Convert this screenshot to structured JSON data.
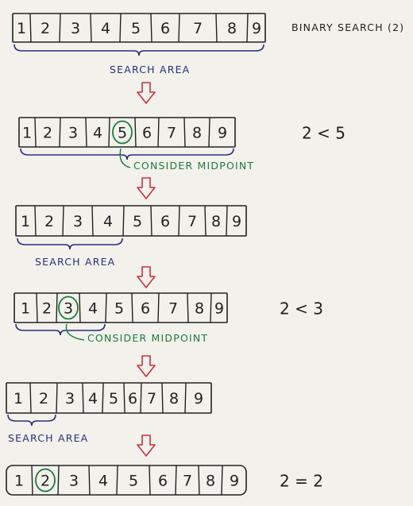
{
  "title": "BINARY SEARCH (2)",
  "colors": {
    "ink": "#222222",
    "brace_blue": "#27307a",
    "highlight_green": "#1f7a3a",
    "arrow_red": "#c8323a",
    "paper": "#f2f1ec"
  },
  "steps": [
    {
      "cells": [
        "1",
        "2",
        "3",
        "4",
        "5",
        "6",
        "7",
        "8",
        "9"
      ],
      "brace_span": [
        1,
        9
      ],
      "brace_color": "blue",
      "caption": "SEARCH AREA",
      "circle": null,
      "comparison": ""
    },
    {
      "cells": [
        "1",
        "2",
        "3",
        "4",
        "5",
        "6",
        "7",
        "8",
        "9"
      ],
      "brace_span": [
        1,
        9
      ],
      "brace_color": "blue",
      "caption": "CONSIDER MIDPOINT",
      "circle": 5,
      "comparison": "2 < 5"
    },
    {
      "cells": [
        "1",
        "2",
        "3",
        "4",
        "5",
        "6",
        "7",
        "8",
        "9"
      ],
      "brace_span": [
        1,
        4
      ],
      "brace_color": "blue",
      "caption": "SEARCH AREA",
      "circle": null,
      "comparison": ""
    },
    {
      "cells": [
        "1",
        "2",
        "3",
        "4",
        "5",
        "6",
        "7",
        "8",
        "9"
      ],
      "brace_span": [
        1,
        4
      ],
      "brace_color": "blue",
      "caption": "CONSIDER MIDPOINT",
      "circle": 3,
      "comparison": "2 < 3"
    },
    {
      "cells": [
        "1",
        "2",
        "3",
        "4",
        "5",
        "6",
        "7",
        "8",
        "9"
      ],
      "brace_span": [
        1,
        2
      ],
      "brace_color": "blue",
      "caption": "SEARCH AREA",
      "circle": null,
      "comparison": ""
    },
    {
      "cells": [
        "1",
        "2",
        "3",
        "4",
        "5",
        "6",
        "7",
        "8",
        "9"
      ],
      "brace_span": null,
      "brace_color": "",
      "caption": "",
      "circle": 2,
      "comparison": "2 = 2"
    }
  ],
  "arrows": 5
}
